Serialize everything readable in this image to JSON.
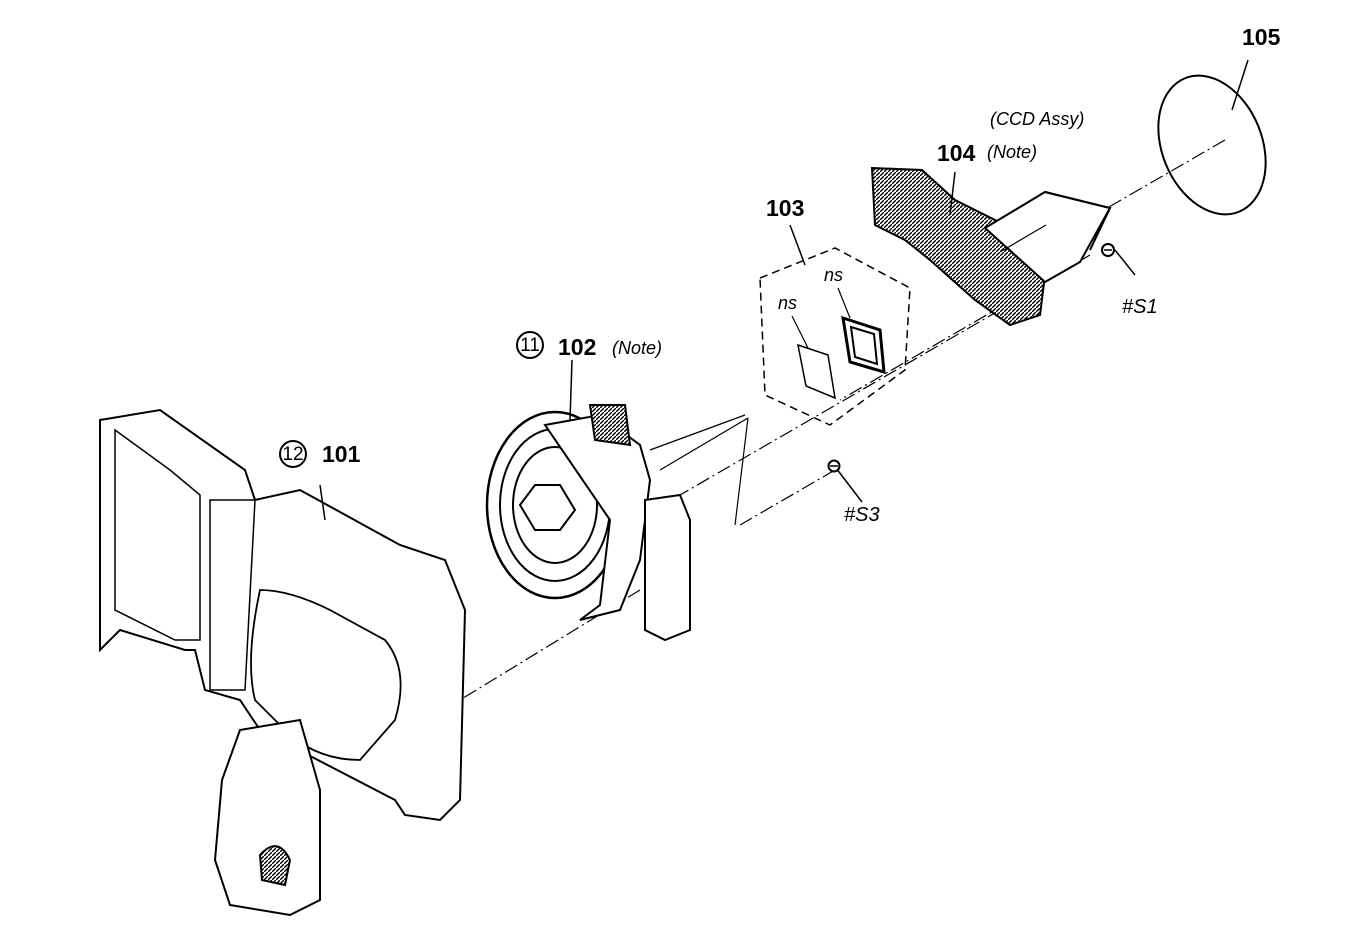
{
  "labels": {
    "p101": "101",
    "p101_ref": "12",
    "p102": "102",
    "p102_ref": "11",
    "p102_note": "(Note)",
    "p103": "103",
    "p104": "104",
    "p104_note": "(Note)",
    "p104_assy": "(CCD Assy)",
    "p105": "105",
    "ns_left": "ns",
    "ns_right": "ns",
    "s1": "#S1",
    "s3": "#S3"
  }
}
